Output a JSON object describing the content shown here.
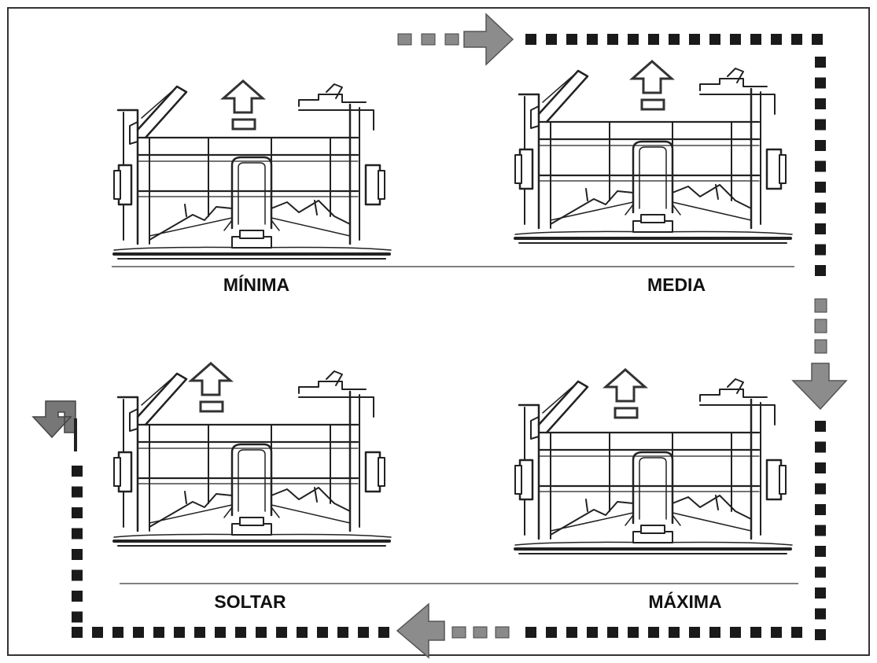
{
  "stages": [
    {
      "id": "minima",
      "label": "MÍNIMA",
      "level": 1
    },
    {
      "id": "media",
      "label": "MEDIA",
      "level": 2
    },
    {
      "id": "maxima",
      "label": "MÁXIMA",
      "level": 3
    },
    {
      "id": "soltar",
      "label": "SOLTAR",
      "level": 0
    }
  ],
  "flow_order": [
    "minima",
    "media",
    "maxima",
    "soltar"
  ],
  "colors": {
    "line": "#222222",
    "dash": "#1a1a1a",
    "dash_light": "#8a8a8a",
    "arrow_fill": "#8c8c8c",
    "arrow_stroke": "#555555",
    "border": "#333333"
  },
  "icons": {
    "rack": "dishwasher-rack-icon",
    "up_arrow": "up-arrow-icon",
    "flow_arrow": "flow-arrow-icon",
    "return_arrow": "return-arrow-icon"
  }
}
